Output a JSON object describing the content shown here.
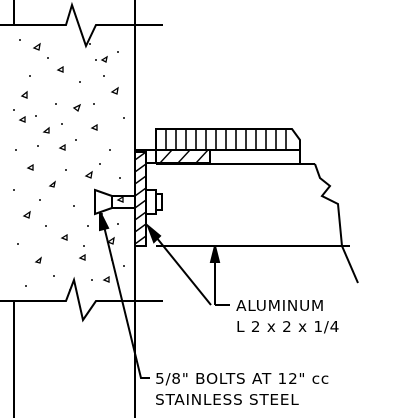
{
  "notes": {
    "angle_line1": "ALUMINUM",
    "angle_line2": "L 2 x 2 x 1/4",
    "bolt_line1": "5/8\" BOLTS AT 12\" cc",
    "bolt_line2": "STAINLESS STEEL"
  },
  "colors": {
    "line": "#000000",
    "background": "#ffffff"
  }
}
